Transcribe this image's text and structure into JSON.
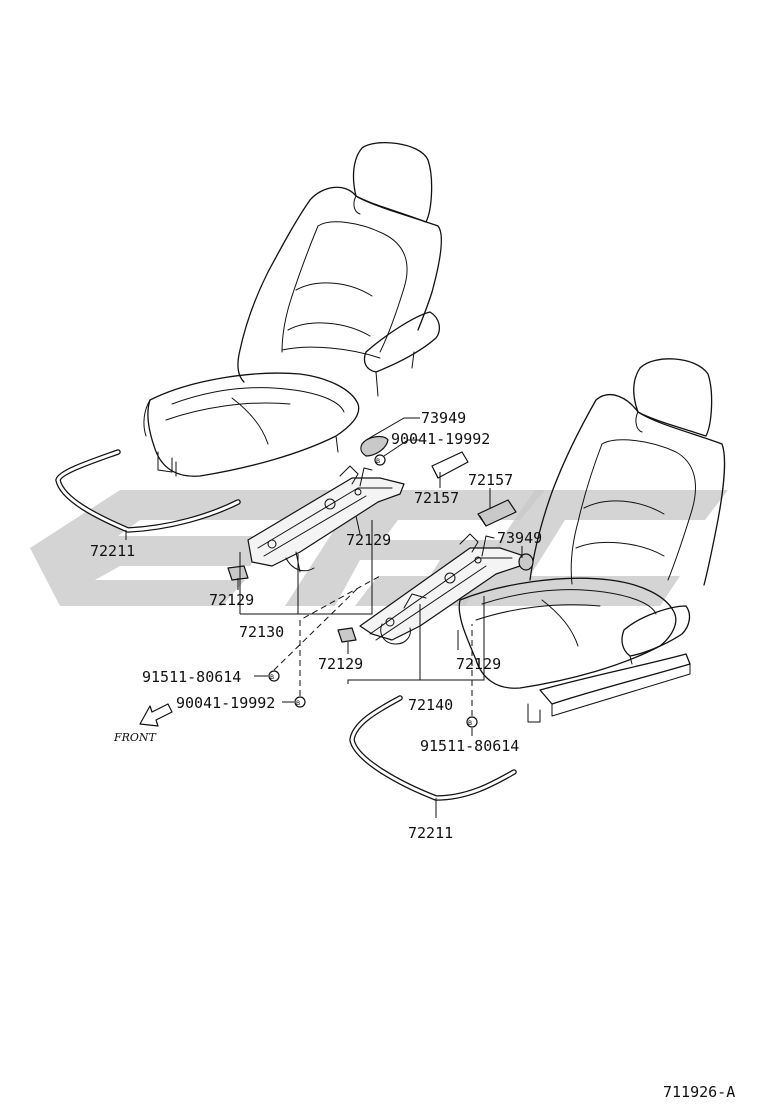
{
  "labels": {
    "p73949_a": "73949",
    "p90041_a": "90041-19992",
    "p72157_a": "72157",
    "p72157_b": "72157",
    "p73949_b": "73949",
    "p72211_a": "72211",
    "p72129_a": "72129",
    "p72129_b": "72129",
    "p72130": "72130",
    "p72129_c": "72129",
    "p72129_d": "72129",
    "p91511_a": "91511-80614",
    "p90041_b": "90041-19992",
    "p72140": "72140",
    "p91511_b": "91511-80614",
    "p72211_b": "72211"
  },
  "front_label": "FRONT",
  "reference": "711926-A",
  "colors": {
    "line": "#111111",
    "watermark": "#c8c8c8",
    "background": "#ffffff"
  }
}
